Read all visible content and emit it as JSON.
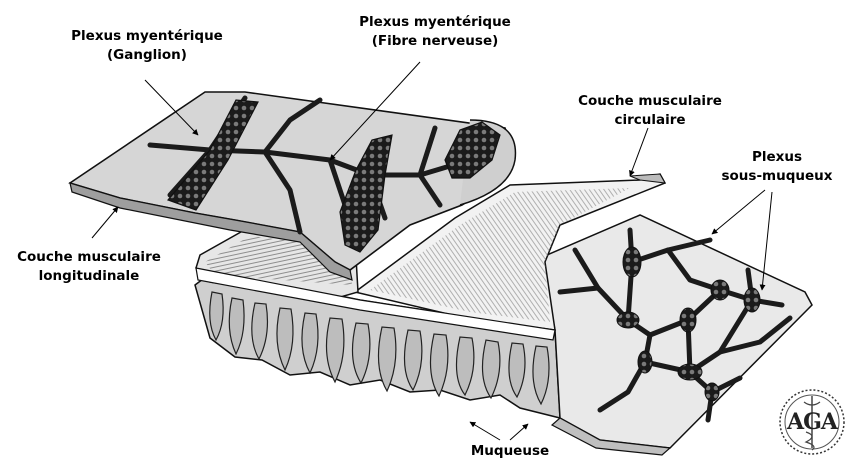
{
  "labels": {
    "plexus_myenterique_ganglion": {
      "line1": "Plexus myentérique",
      "line2": "(Ganglion)"
    },
    "plexus_myenterique_fibre": {
      "line1": "Plexus myentérique",
      "line2": "(Fibre nerveuse)"
    },
    "couche_circulaire": {
      "line1": "Couche musculaire",
      "line2": "circulaire"
    },
    "plexus_sous_muqueux": {
      "line1": "Plexus",
      "line2": "sous-muqueux"
    },
    "couche_longitudinale": {
      "line1": "Couche musculaire",
      "line2": "longitudinale"
    },
    "muqueuse": "Muqueuse"
  },
  "logo": {
    "text": "AGA"
  },
  "colors": {
    "outline": "#111111",
    "muscle_fill": "#d4d4d4",
    "nerve": "#1b1b1b",
    "ganglion_dots": "#6e6e6e",
    "mucosa_fill": "#c9c9c9",
    "layer_light": "#eeeeee"
  }
}
